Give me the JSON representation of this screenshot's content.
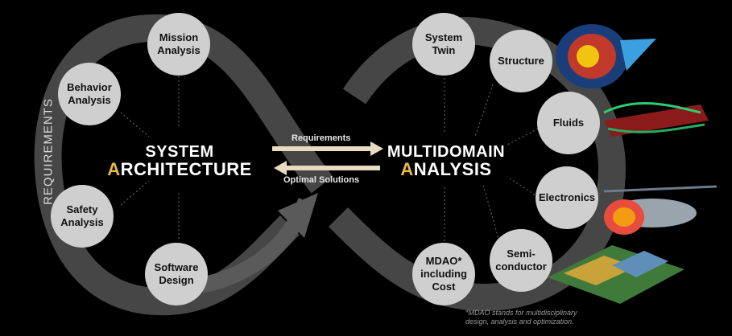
{
  "side_label": "REQUIREMENTS",
  "left_title": {
    "line1": "SYSTEM",
    "line2": "ARCHITECTURE"
  },
  "right_title": {
    "line1": "MULTIDOMAIN",
    "line2": "ANALYSIS"
  },
  "arrows": {
    "top": "Requirements",
    "bottom": "Optimal Solutions"
  },
  "left_nodes": [
    {
      "id": "mission",
      "label": "Mission\nAnalysis"
    },
    {
      "id": "behavior",
      "label": "Behavior\nAnalysis"
    },
    {
      "id": "safety",
      "label": "Safety\nAnalysis"
    },
    {
      "id": "software",
      "label": "Software\nDesign"
    }
  ],
  "right_nodes": [
    {
      "id": "twin",
      "label": "System\nTwin"
    },
    {
      "id": "structure",
      "label": "Structure"
    },
    {
      "id": "fluids",
      "label": "Fluids"
    },
    {
      "id": "electronics",
      "label": "Electronics"
    },
    {
      "id": "semi",
      "label": "Semi-\nconductor"
    },
    {
      "id": "mdao",
      "label": "MDAO*\nincluding\nCost"
    }
  ],
  "footnote": "*MDAO stands for multidisciplinary design, analysis and optimization.",
  "colors": {
    "loop": "#4a4a4a",
    "node": "#cfcfcf",
    "accent": "#e9b949",
    "arrow": "#e8dcc0"
  }
}
